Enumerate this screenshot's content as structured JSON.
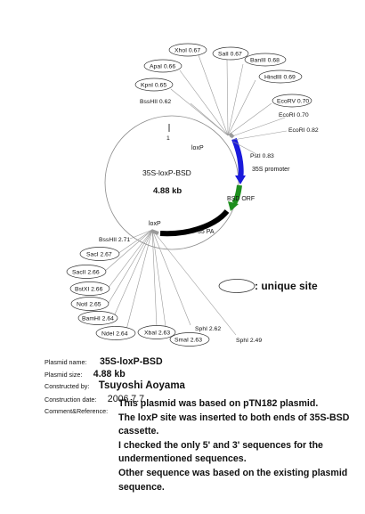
{
  "plasmid": {
    "name": "35S-loxP-BSD",
    "size": "4.88 kb",
    "start_mark": "1"
  },
  "features": [
    {
      "name": "loxP",
      "color": "#9a9a9a"
    },
    {
      "name": "35S promoter",
      "color": "#1a1adb"
    },
    {
      "name": "BSD ORF",
      "color": "#1e8f1e"
    },
    {
      "name": "35 PA",
      "color": "#000000"
    },
    {
      "name": "loxP",
      "color": "#9a9a9a"
    }
  ],
  "sites": [
    {
      "label": "XhoI 0.67",
      "unique": true
    },
    {
      "label": "SalI 0.67",
      "unique": true
    },
    {
      "label": "BanIII 0.68",
      "unique": true
    },
    {
      "label": "ApaI 0.66",
      "unique": true
    },
    {
      "label": "HindIII 0.69",
      "unique": true
    },
    {
      "label": "KpnI 0.65",
      "unique": true
    },
    {
      "label": "BssHII 0.62",
      "unique": false
    },
    {
      "label": "EcoRV 0.70",
      "unique": true
    },
    {
      "label": "EcoRI 0.70",
      "unique": false
    },
    {
      "label": "EcoRI 0.82",
      "unique": false
    },
    {
      "label": "PstI 0.83",
      "unique": false
    },
    {
      "label": "BssHII 2.71",
      "unique": false
    },
    {
      "label": "SacI 2.67",
      "unique": true
    },
    {
      "label": "SacII 2.66",
      "unique": true
    },
    {
      "label": "BstXI 2.66",
      "unique": true
    },
    {
      "label": "NotI 2.65",
      "unique": true
    },
    {
      "label": "BamHI 2.64",
      "unique": true
    },
    {
      "label": "NdeI 2.64",
      "unique": true
    },
    {
      "label": "XbaI 2.63",
      "unique": true
    },
    {
      "label": "SmaI 2.63",
      "unique": true
    },
    {
      "label": "SphI 2.62",
      "unique": false
    },
    {
      "label": "SphI 2.49",
      "unique": false
    }
  ],
  "legend": {
    "text": ": unique site"
  },
  "info": {
    "name_label": "Plasmid name:",
    "name_value": "35S-loxP-BSD",
    "size_label": "Plasmid size:",
    "size_value": "4.88 kb",
    "constructed_label": "Constructed by:",
    "constructed_value": "Tsuyoshi Aoyama",
    "date_label": "Construction date:",
    "date_value": "2006.7.7",
    "comment_label": "Comment&Reference:",
    "comment_lines": [
      "This plasmid was based on pTN182 plasmid.",
      "The loxP site was inserted to both ends of 35S-BSD",
      "cassette.",
      "I checked the only 5' and 3' sequences for the",
      "undermentioned sequences.",
      "Other sequence was based on the existing plasmid",
      "sequence."
    ]
  }
}
